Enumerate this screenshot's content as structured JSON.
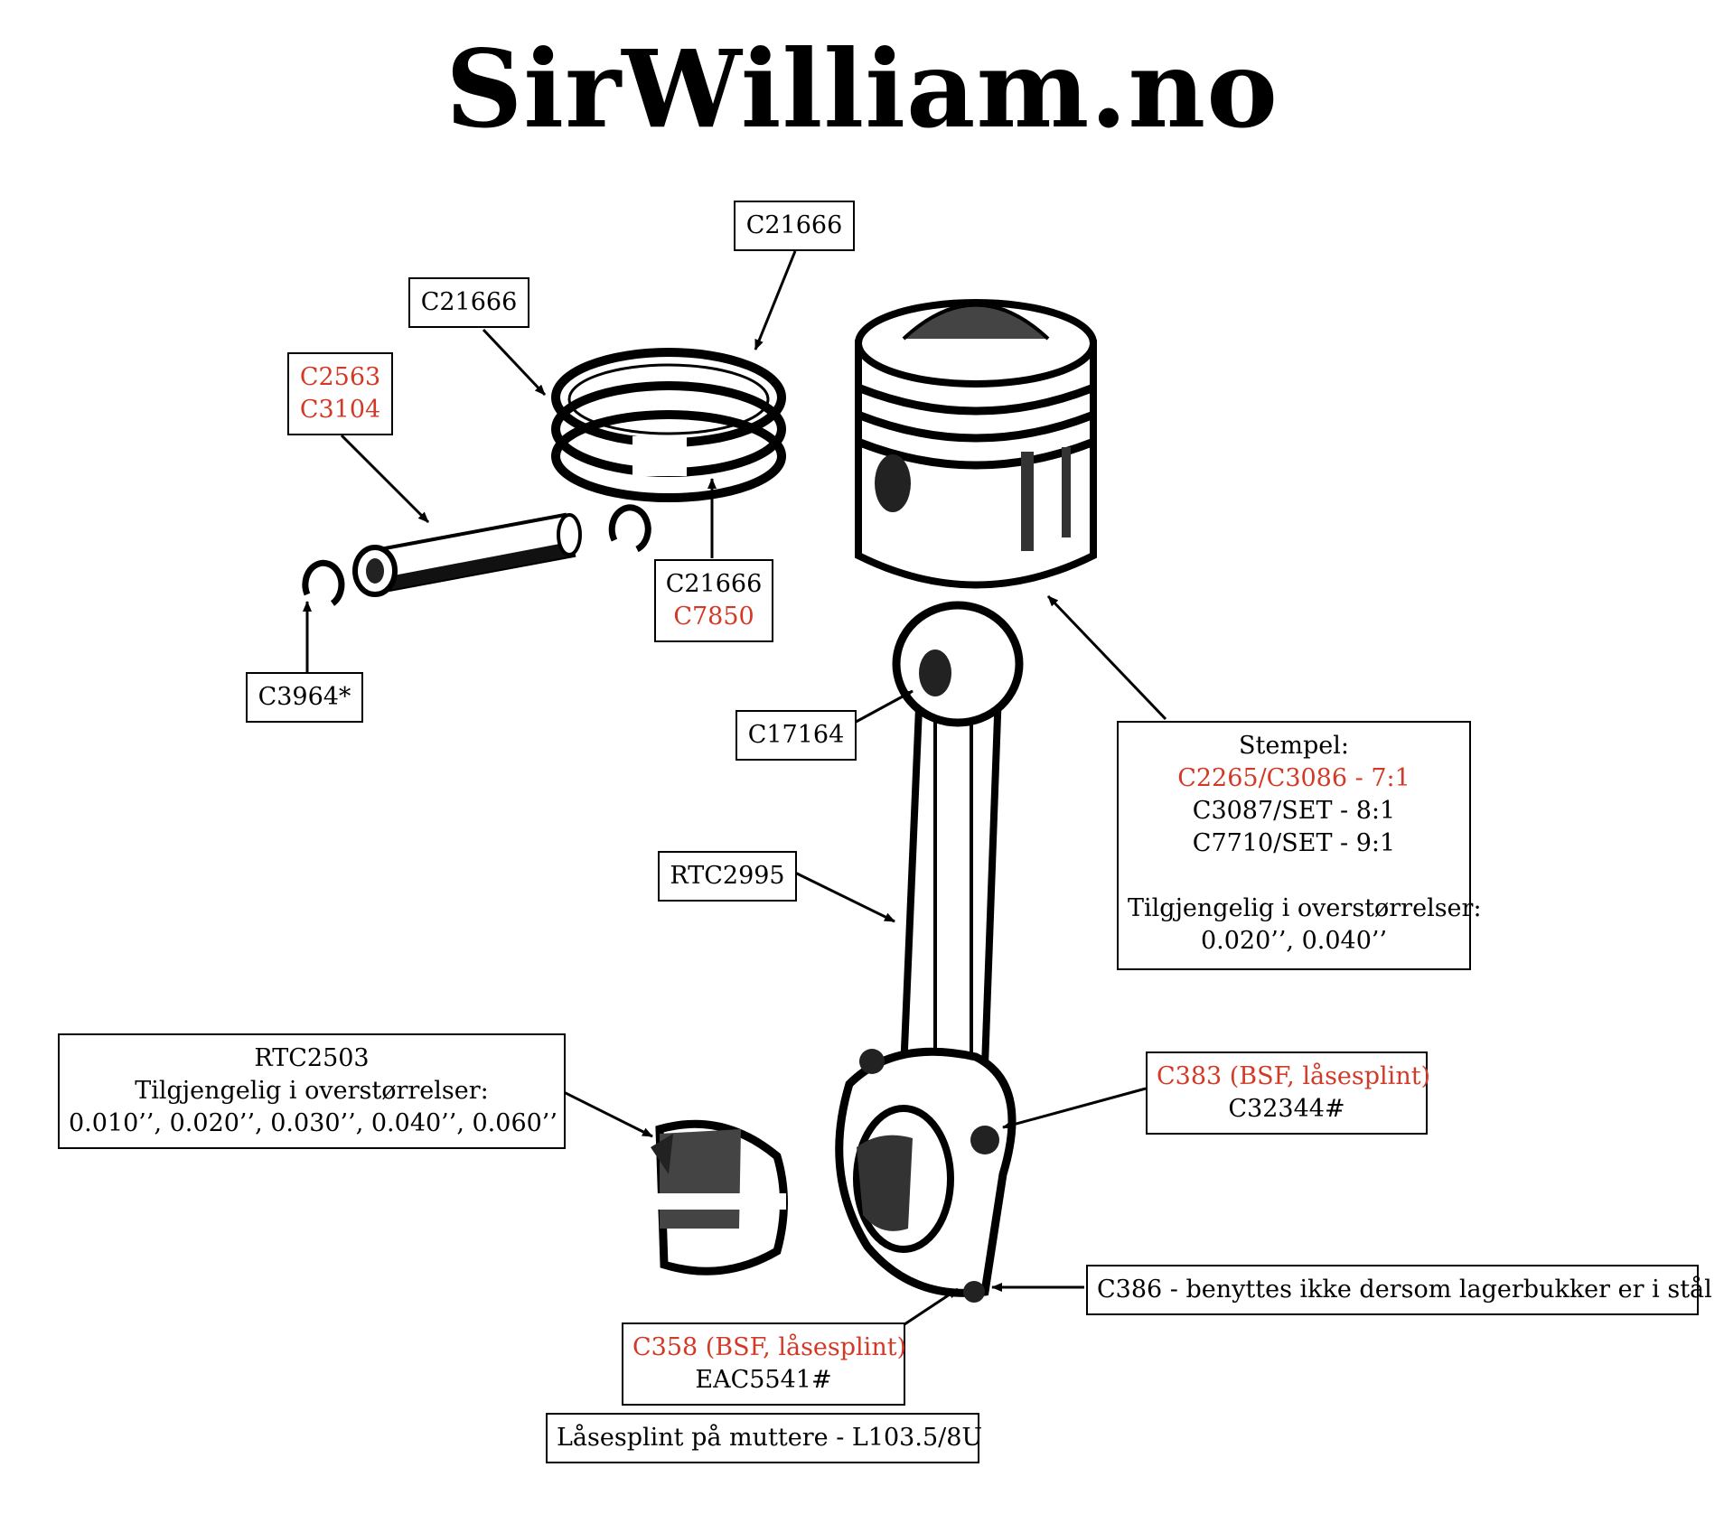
{
  "title": "SirWilliam.no",
  "colors": {
    "part_red": "#d23a27",
    "text": "#000000",
    "background": "#ffffff"
  },
  "labels": {
    "ring_top": {
      "l1": "C21666"
    },
    "ring_mid": {
      "l1": "C21666"
    },
    "ring_bottom": {
      "l1": "C21666",
      "l2": "C7850"
    },
    "gudgeon_pin": {
      "l1": "C2563",
      "l2": "C3104"
    },
    "circlip": {
      "l1": "C3964*"
    },
    "small_end_bush": {
      "l1": "C17164"
    },
    "conrod": {
      "l1": "RTC2995"
    },
    "piston": {
      "l1": "Stempel:",
      "l2": "C2265/C3086 - 7:1",
      "l3": "C3087/SET - 8:1",
      "l4": "C7710/SET - 9:1",
      "l5": "Tilgjengelig i overstørrelser:",
      "l6": "0.020’’, 0.040’’"
    },
    "bearing": {
      "l1": "RTC2503",
      "l2": "Tilgjengelig i overstørrelser:",
      "l3": "0.010’’, 0.020’’, 0.030’’, 0.040’’, 0.060’’"
    },
    "cap_bolt": {
      "l1": "C383 (BSF, låsesplint)",
      "l2": "C32344#"
    },
    "dowel": {
      "l1": "C386 - benyttes ikke dersom lagerbukker er i stål"
    },
    "nut": {
      "l1": "C358 (BSF, låsesplint)",
      "l2": "EAC5541#"
    },
    "split_pin": {
      "l1": "Låsesplint på muttere - L103.5/8U"
    }
  }
}
